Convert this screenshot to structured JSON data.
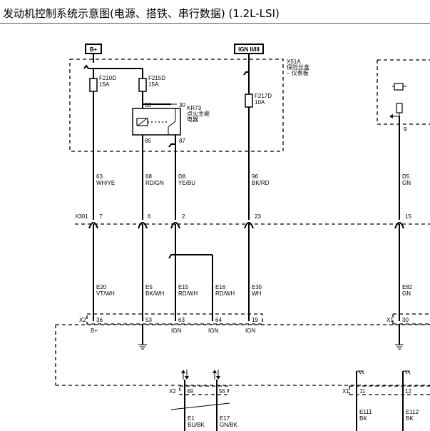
{
  "title": "发动机控制系统示意图(电源、搭铁、串行数据) (1.2L-LSI)",
  "power": {
    "bplus": "B+",
    "ign": "IGN II/III"
  },
  "fusebox": {
    "id": "X51A",
    "line1": "保险丝盒",
    "line2": "– 仪表板"
  },
  "fuses": [
    {
      "name": "F210D",
      "rating": "15A"
    },
    {
      "name": "F215D",
      "rating": "15A"
    },
    {
      "name": "F217D",
      "rating": "10A"
    }
  ],
  "relay": {
    "id": "KR73",
    "line1": "点火主继",
    "line2": "电器",
    "pins": [
      "86",
      "30",
      "85",
      "87"
    ]
  },
  "module_pin": "9",
  "wires_upper": [
    {
      "circuit": "63",
      "color": "WH/YE"
    },
    {
      "circuit": "68",
      "color": "RD/GN"
    },
    {
      "circuit": "D8",
      "color": "YE/BU"
    },
    {
      "circuit": "96",
      "color": "BK/RD"
    },
    {
      "circuit": "D5",
      "color": "GN"
    }
  ],
  "connector_x301": {
    "name": "X301",
    "pins": [
      "7",
      "6",
      "2",
      "23",
      "15"
    ]
  },
  "wires_lower": [
    {
      "circuit": "E20",
      "color": "VT/WH"
    },
    {
      "circuit": "E5",
      "color": "BK/WH"
    },
    {
      "circuit": "E15",
      "color": "RD/WH"
    },
    {
      "circuit": "E16",
      "color": "RD/WH"
    },
    {
      "circuit": "E35",
      "color": "WH"
    },
    {
      "circuit": "E82",
      "color": "GN"
    }
  ],
  "ecm_x2": {
    "name": "X2",
    "pins": [
      "36",
      "53",
      "63",
      "64",
      "19"
    ],
    "labels": [
      "B+",
      "IGN",
      "IGN",
      "IGN"
    ]
  },
  "ecm_x1": {
    "name": "X1",
    "pin": "30"
  },
  "bottom_x2": {
    "name": "X2",
    "pins": [
      "49",
      "55"
    ]
  },
  "bottom_x1": {
    "name": "X1",
    "pins": [
      "11",
      "12"
    ]
  },
  "wires_bottom": [
    {
      "circuit": "E1",
      "color": "BU/BK"
    },
    {
      "circuit": "E17",
      "color": "GN/BK"
    },
    {
      "circuit": "E111",
      "color": "BK"
    },
    {
      "circuit": "E112",
      "color": "BK"
    }
  ]
}
